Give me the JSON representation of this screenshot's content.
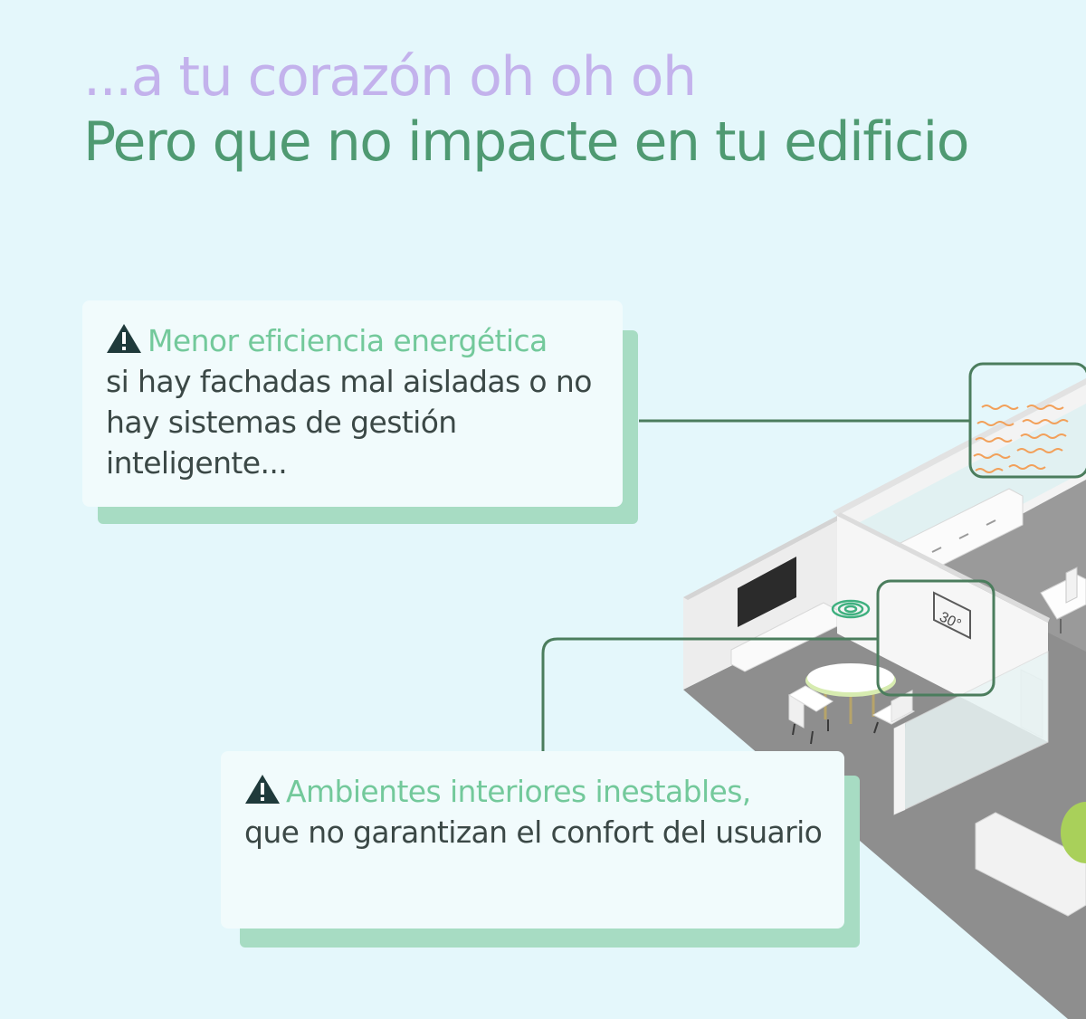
{
  "headline": {
    "subtitle": "...a tu corazón oh oh oh",
    "title": "Pero que no impacte en tu edificio"
  },
  "cards": [
    {
      "icon": "warning-icon",
      "highlight": "Menor eficiencia energética",
      "body": "si hay fachadas mal aisladas o no hay sistemas de gestión inteligente..."
    },
    {
      "icon": "warning-icon",
      "highlight": "Ambientes interiores inestables,",
      "body": "que no garantizan el confort del usuario"
    }
  ],
  "illustration": {
    "thermostat_reading": "30°"
  },
  "colors": {
    "background": "#e4f7fb",
    "subtitle": "#c3b2ec",
    "title": "#4f9a72",
    "highlight": "#73c99b",
    "body_text": "#3b4846",
    "card_shadow": "#a7dcc3",
    "callout_line": "#4b7d5d",
    "floor": "#8e8e8e",
    "heat_wave": "#f2a05a"
  }
}
